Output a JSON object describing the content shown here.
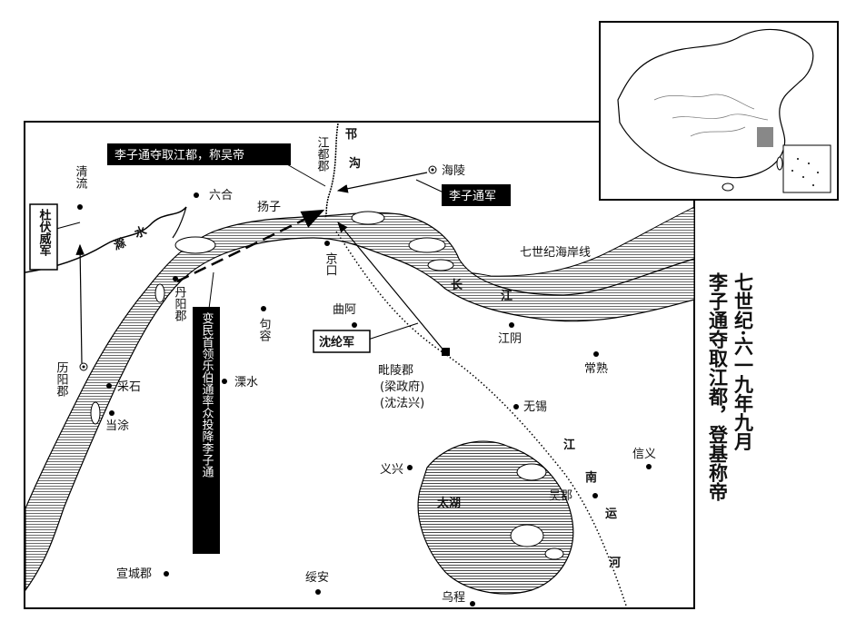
{
  "side_title": {
    "line1": "七世纪·六一九年九月",
    "line2": "李子通夺取江都，登基称帝"
  },
  "callouts": {
    "li_zitong_takes": "李子通夺取江都，称吴帝",
    "li_zitong_army": "李子通军",
    "du_fuwei_army": "杜伏威军",
    "shen_lun_army": "沈纶军",
    "surrender": "变民首领乐伯通率众投降李子通"
  },
  "places": {
    "jiangdu": "江都郡",
    "hailing": "海陵",
    "liuhe": "六合",
    "yangzi": "扬子",
    "jingkou": "京口",
    "qu_e": "曲阿",
    "qingliu": "清流",
    "danyang": "丹阳郡",
    "jurong": "句容",
    "lishui": "溧水",
    "liyang": "历阳郡",
    "caishi": "采石",
    "dangtu": "当涂",
    "piling_line1": "毗陵郡",
    "piling_line2": "(梁政府)",
    "piling_line3": "(沈法兴)",
    "jiangyin": "江阴",
    "changshu": "常熟",
    "wuxi": "无锡",
    "yixing": "义兴",
    "wujun": "吴郡",
    "xinyi": "信义",
    "xuancheng": "宣城郡",
    "suian": "绥安",
    "wucheng": "乌程",
    "taihu": "太湖"
  },
  "features": {
    "hangou_1": "邗",
    "hangou_2": "沟",
    "chu_1": "滁",
    "chu_2": "水",
    "changjiang_1": "长",
    "changjiang_2": "江",
    "coastline": "七世纪海岸线",
    "grandcanal_1": "江",
    "grandcanal_2": "南",
    "grandcanal_3": "运",
    "grandcanal_4": "河"
  }
}
